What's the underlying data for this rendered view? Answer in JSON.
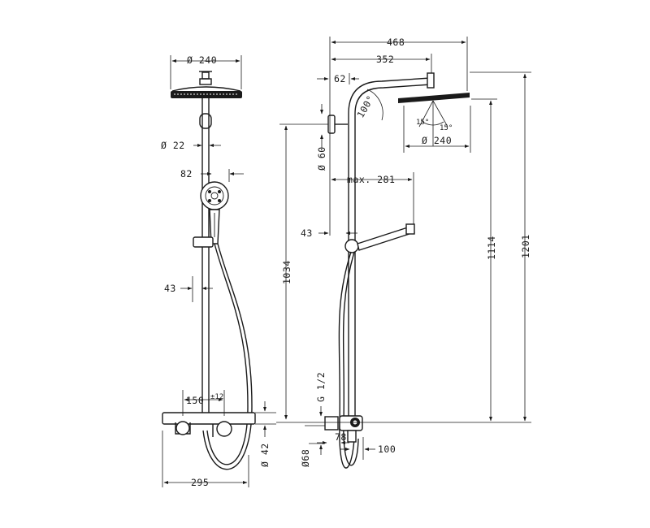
{
  "dimensions": {
    "front": {
      "head_diameter": "Ø 240",
      "pipe_diameter": "Ø 22",
      "handshower_width": "82",
      "rail_offset": "43",
      "connection_spacing": "150",
      "connection_tolerance": "±12",
      "mixer_diameter": "Ø 42",
      "mixer_width": "295"
    },
    "side": {
      "total_projection": "468",
      "arm_length": "352",
      "wall_offset": "62",
      "arm_angle": "100°",
      "spray_angle_left": "15°",
      "spray_angle_right": "15°",
      "head_diameter": "Ø 240",
      "bracket_diameter": "Ø 60",
      "slider_reach": "max. 281",
      "slider_offset": "43",
      "height_bracket": "1034",
      "height_head": "1114",
      "height_total": "1201",
      "thread": "G 1/2",
      "rosette_diameter": "Ø68",
      "mixer_depth": "78",
      "mixer_projection": "100"
    }
  }
}
